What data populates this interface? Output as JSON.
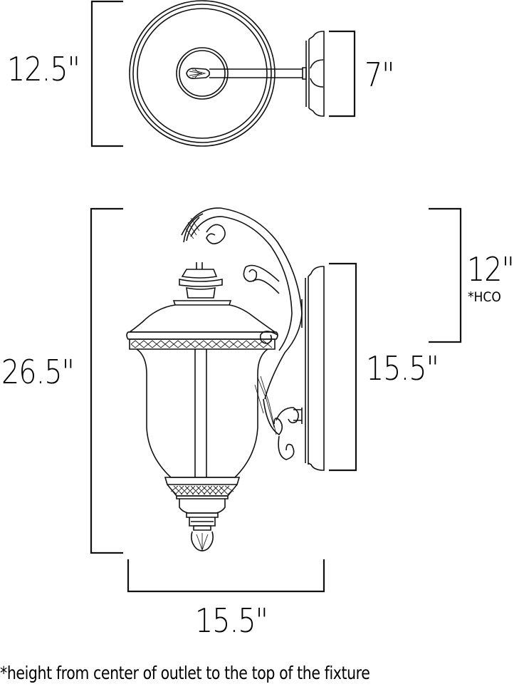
{
  "diagram": {
    "subject": "Outdoor wall lantern dimension drawing",
    "colors": {
      "line": "#111111",
      "background": "#ffffff"
    },
    "top_view": {
      "dimension_height": "12.5\"",
      "dimension_depth": "7\""
    },
    "front_view": {
      "dimension_overall_height": "26.5\"",
      "dimension_hco": "12\"",
      "hco_label": "*HCO",
      "dimension_backplate_height": "15.5\"",
      "dimension_width": "15.5\""
    },
    "footnote": "*height from center of outlet to the top of the fixture"
  }
}
